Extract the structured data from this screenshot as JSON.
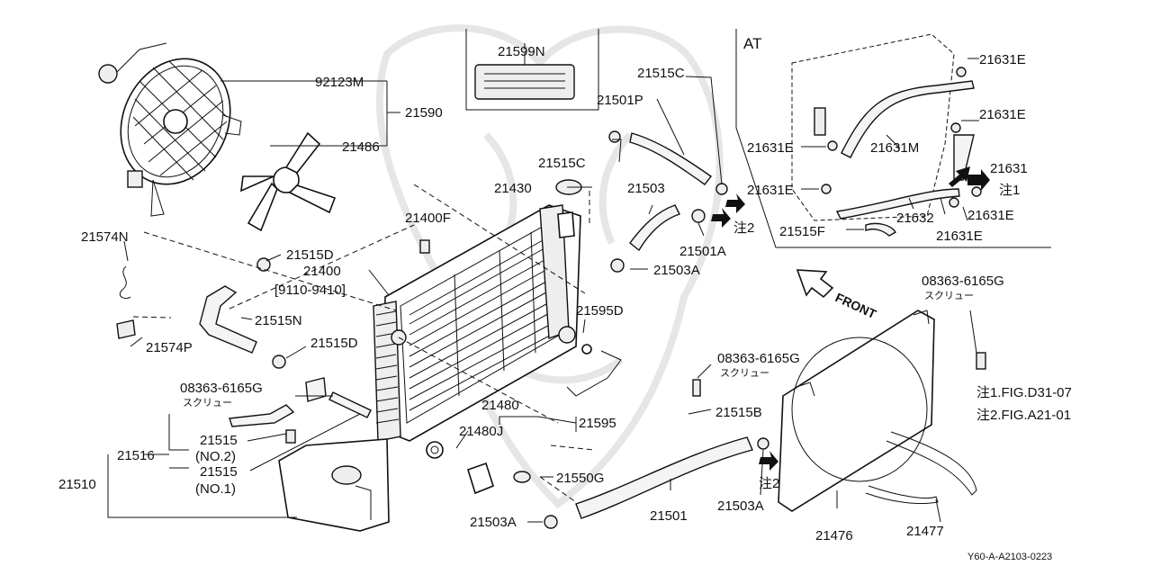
{
  "diagram": {
    "labels": {
      "p92123M": "92123M",
      "p21590": "21590",
      "p21486": "21486",
      "p21599N": "21599N",
      "p21515C_top": "21515C",
      "p21501P": "21501P",
      "p21515C_mid": "21515C",
      "p21430": "21430",
      "p21503": "21503",
      "p21501A": "21501A",
      "p21503A_mid": "21503A",
      "p21574N": "21574N",
      "p21515D_top": "21515D",
      "p21400F": "21400F",
      "p21400": "21400",
      "p21400_range": "[9110-9410]",
      "p21515N": "21515N",
      "p21574P": "21574P",
      "p21515D_low": "21515D",
      "p21595D": "21595D",
      "p08363_left": "08363-6165G",
      "screw_left": "スクリュー",
      "p21480": "21480",
      "p21480J": "21480J",
      "p21595": "21595",
      "p08363_mid": "08363-6165G",
      "screw_mid": "スクリュー",
      "p21515B": "21515B",
      "p21515_no2": "21515",
      "no2": "(NO.2)",
      "p21516": "21516",
      "p21515_no1": "21515",
      "no1": "(NO.1)",
      "p21510": "21510",
      "p21550G": "21550G",
      "p21503A_low": "21503A",
      "p21501": "21501",
      "p21503A_right": "21503A",
      "note2_mark": "注2",
      "p21476": "21476",
      "p21477": "21477",
      "p08363_right": "08363-6165G",
      "screw_right": "スクリュー",
      "front": "FRONT",
      "note1_text": "注1.FIG.D31-07",
      "note2_text": "注2.FIG.A21-01",
      "at": "AT",
      "p21631E_1": "21631E",
      "p21631E_2": "21631E",
      "p21631E_3": "21631E",
      "p21631M": "21631M",
      "p21631": "21631",
      "p21631E_4": "21631E",
      "note1_at": "注1",
      "p21632": "21632",
      "p21631E_5": "21631E",
      "p21515F": "21515F",
      "p21631E_6": "21631E",
      "note2_at": "注2",
      "ref_code": "Y60-A-A2103-0223"
    }
  }
}
